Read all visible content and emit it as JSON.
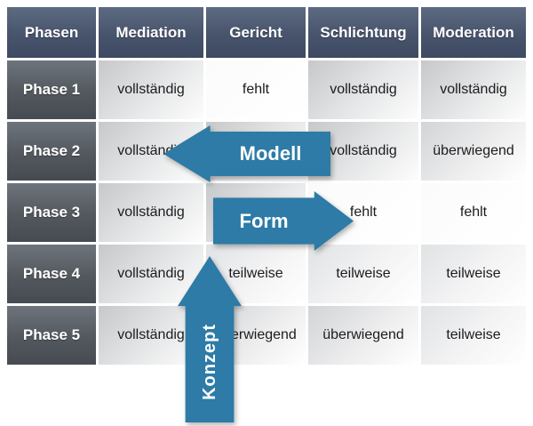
{
  "table": {
    "headers": [
      "Phasen",
      "Mediation",
      "Gericht",
      "Schlichtung",
      "Moderation"
    ],
    "rows": [
      {
        "label": "Phase 1",
        "cells": [
          "vollständig",
          "fehlt",
          "vollständig",
          "vollständig"
        ]
      },
      {
        "label": "Phase 2",
        "cells": [
          "vollständig",
          "",
          "vollständig",
          "überwiegend"
        ]
      },
      {
        "label": "Phase 3",
        "cells": [
          "vollständig",
          "",
          "fehlt",
          "fehlt"
        ]
      },
      {
        "label": "Phase 4",
        "cells": [
          "vollständig",
          "teilweise",
          "teilweise",
          "teilweise"
        ]
      },
      {
        "label": "Phase 5",
        "cells": [
          "vollständig",
          "überwiegend",
          "überwiegend",
          "teilweise"
        ]
      }
    ]
  },
  "overlays": {
    "modell": "Modell",
    "form": "Form",
    "konzept": "Konzept"
  },
  "colors": {
    "arrow": "#2d7ba6",
    "header_bg": "#48546c",
    "phase_bg": "#53585f"
  }
}
